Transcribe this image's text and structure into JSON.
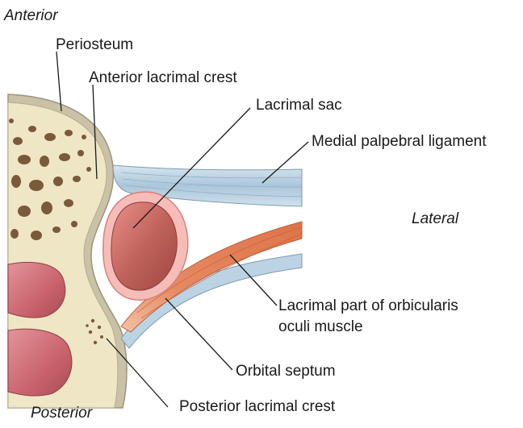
{
  "orientation": {
    "anterior": "Anterior",
    "posterior": "Posterior",
    "lateral": "Lateral"
  },
  "labels": {
    "periosteum": "Periosteum",
    "anterior_lacrimal_crest": "Anterior lacrimal crest",
    "lacrimal_sac": "Lacrimal sac",
    "medial_palpebral_ligament": "Medial palpebral ligament",
    "lacrimal_part_line1": "Lacrimal part of orbicularis",
    "lacrimal_part_line2": "oculi muscle",
    "orbital_septum": "Orbital septum",
    "posterior_lacrimal_crest": "Posterior lacrimal crest"
  },
  "colors": {
    "bone": "#efe6c6",
    "bone_edge": "#b7ab88",
    "periosteum": "#cfc8b0",
    "cavity_pink": "#d4727a",
    "cavity_dark": "#b9535c",
    "lacrimal_sac": "#c0635c",
    "sac_wall": "#f4b3b0",
    "ligament_blue": "#b7cfe0",
    "muscle_orange": "#e48a66",
    "pores_brown": "#7a5a3a"
  }
}
